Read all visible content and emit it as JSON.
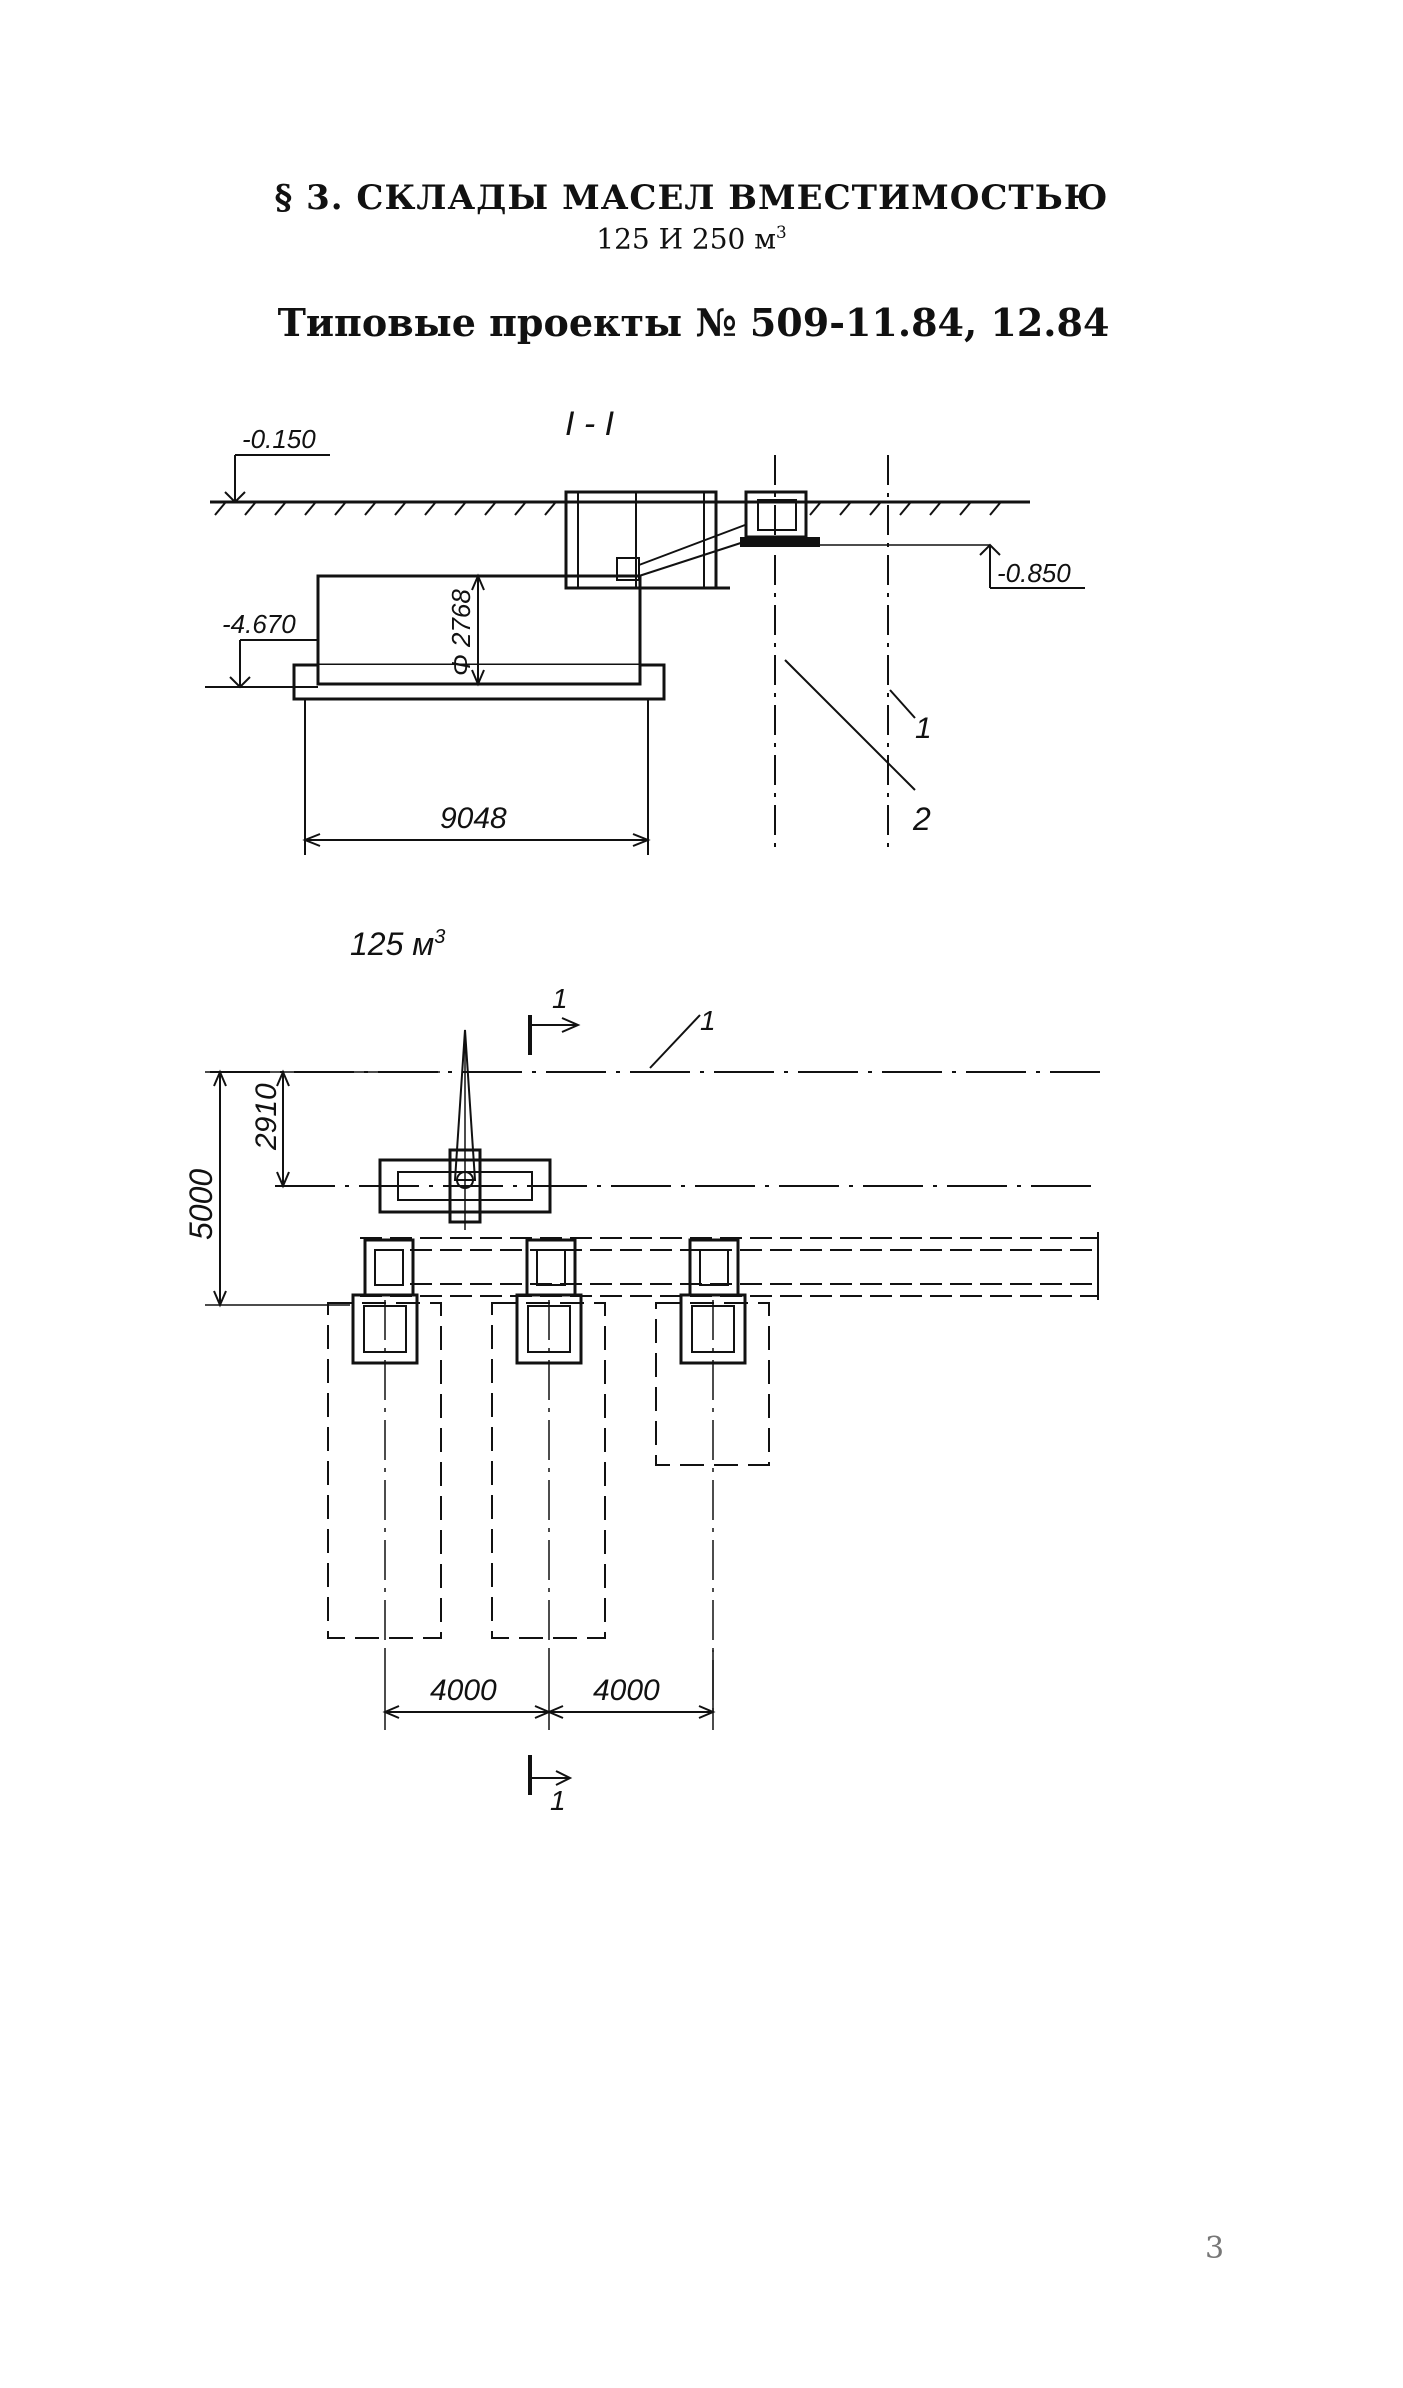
{
  "header": {
    "section_title": "§ 3. СКЛАДЫ МАСЕЛ ВМЕСТИМОСТЬЮ",
    "capacity_line": "125 И 250 м",
    "capacity_sup": "3",
    "project_line": "Типовые проекты № 509-11.84, 12.84"
  },
  "section_view": {
    "title": "I - I",
    "elev_top": "-0.150",
    "elev_right": "-0.850",
    "elev_bottom": "-4.670",
    "diameter": "Φ 2768",
    "length": "9048",
    "callout_1": "1",
    "callout_2": "2"
  },
  "plan_view": {
    "capacity": "125 м",
    "capacity_sup": "3",
    "cut_top": "1",
    "cut_bottom": "1",
    "axis_callout": "1",
    "dim_total": "5000",
    "dim_partial": "2910",
    "dim_left": "4000",
    "dim_right": "4000"
  },
  "page_number": "3"
}
